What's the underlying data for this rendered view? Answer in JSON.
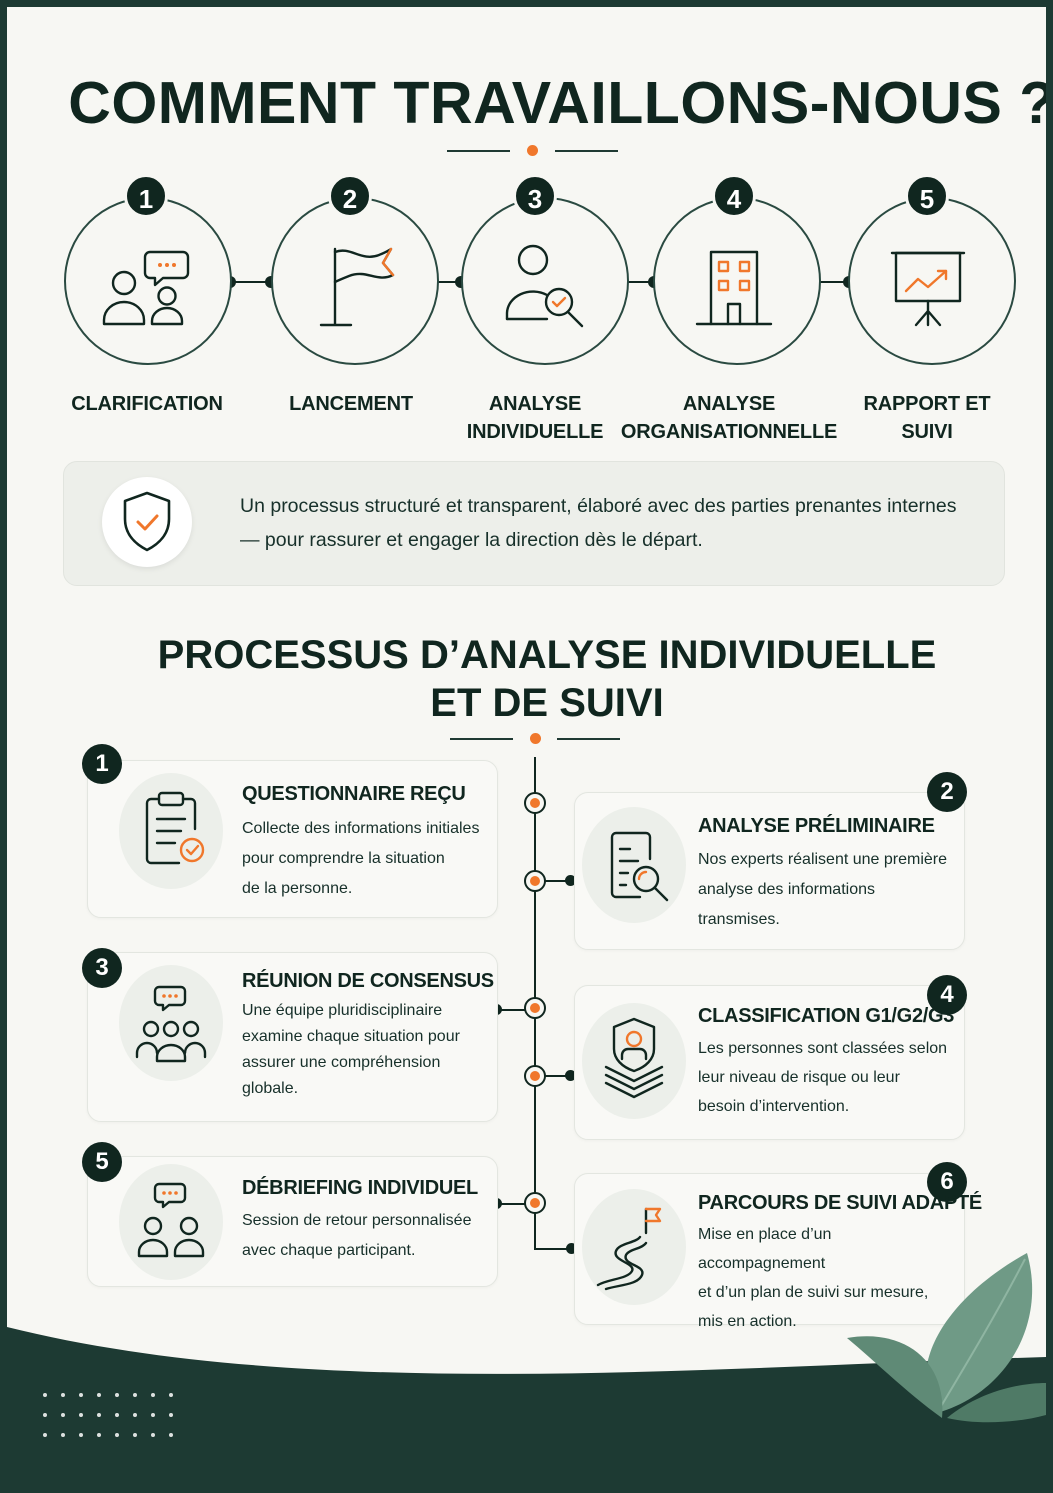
{
  "header": {
    "title": "COMMENT TRAVAILLONS-NOUS ?"
  },
  "steps": [
    {
      "number": "1",
      "label_lines": [
        "CLARIFICATION"
      ],
      "icon": "people-chat-icon"
    },
    {
      "number": "2",
      "label_lines": [
        "LANCEMENT"
      ],
      "icon": "flag-icon"
    },
    {
      "number": "3",
      "label_lines": [
        "ANALYSE",
        "INDIVIDUELLE"
      ],
      "icon": "person-magnifier-icon"
    },
    {
      "number": "4",
      "label_lines": [
        "ANALYSE",
        "ORGANISATIONNELLE"
      ],
      "icon": "building-icon"
    },
    {
      "number": "5",
      "label_lines": [
        "RAPPORT ET",
        "SUIVI"
      ],
      "icon": "presentation-chart-icon"
    }
  ],
  "info": {
    "icon": "shield-check-icon",
    "line1": "Un processus structuré et transparent, élaboré avec des parties prenantes internes",
    "line2": "— pour rassurer et engager la direction dès le départ."
  },
  "section2": {
    "title_line1": "PROCESSUS D’ANALYSE INDIVIDUELLE",
    "title_line2": "ET DE SUIVI"
  },
  "process": [
    {
      "number": "1",
      "title": "QUESTIONNAIRE REÇU",
      "icon": "clipboard-check-icon",
      "desc": [
        "Collecte des informations initiales",
        "pour comprendre la situation",
        "de la personne."
      ]
    },
    {
      "number": "2",
      "title": "ANALYSE PRÉLIMINAIRE",
      "icon": "document-search-icon",
      "desc": [
        "Nos experts réalisent une première",
        "analyse des informations",
        "transmises."
      ]
    },
    {
      "number": "3",
      "title": "RÉUNION DE CONSENSUS",
      "icon": "team-chat-icon",
      "desc": [
        "Une équipe pluridisciplinaire",
        "examine chaque situation pour",
        "assurer une compréhension",
        "globale."
      ]
    },
    {
      "number": "4",
      "title": "CLASSIFICATION G1/G2/G3",
      "icon": "shield-layers-icon",
      "desc": [
        "Les personnes sont classées selon",
        "leur niveau de risque ou leur",
        "besoin d’intervention."
      ]
    },
    {
      "number": "5",
      "title": "DÉBRIEFING INDIVIDUEL",
      "icon": "two-people-chat-icon",
      "desc": [
        "Session de retour personnalisée",
        "avec chaque participant."
      ]
    },
    {
      "number": "6",
      "title": "PARCOURS DE SUIVI ADAPTÉ",
      "icon": "winding-path-flag-icon",
      "desc": [
        "Mise en place d’un accompagnement",
        "et d’un plan de suivi sur mesure,",
        "mis en action."
      ]
    }
  ],
  "colors": {
    "dark": "#10261f",
    "accent": "#f0772b",
    "background": "#f7f7f3",
    "footer": "#1d3a33",
    "leaf": "#6f9a86"
  }
}
